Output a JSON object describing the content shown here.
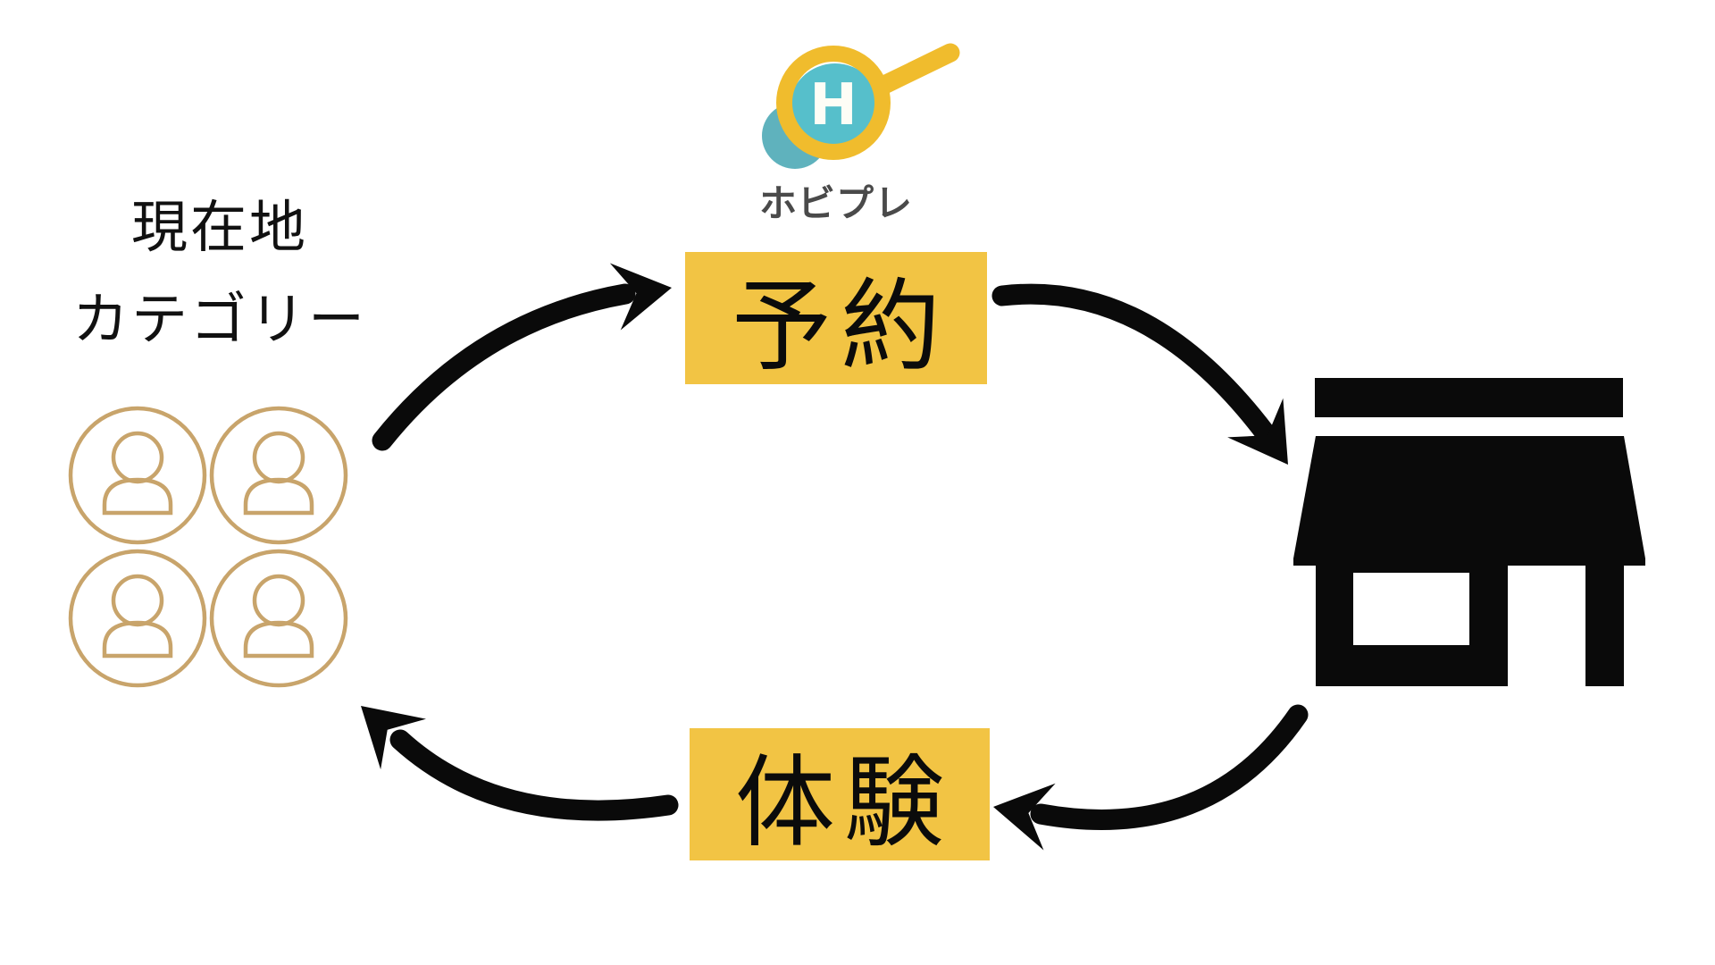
{
  "logo": {
    "brand": "ホビプレ",
    "monogram": "H",
    "icon": "magnifying-glass-with-h-icon"
  },
  "audience": {
    "line1": "現在地",
    "line2": "カテゴリー",
    "icon": "four-user-avatars-icon"
  },
  "steps": {
    "reservation": "予約",
    "experience": "体験"
  },
  "store": {
    "icon": "storefront-icon"
  },
  "arrows": {
    "users_to_reservation": "curved-arrow-up-right",
    "reservation_to_store": "curved-arrow-down-right",
    "store_to_experience": "curved-arrow-down-left",
    "experience_to_users": "curved-arrow-up-left"
  },
  "colors": {
    "accent_yellow": "#F2C444",
    "logo_yellow": "#F0BC2D",
    "logo_teal": "#56BFCB",
    "logo_teal_shadow": "#5FB2BD",
    "person_outline": "#C8A46B",
    "arrow_black": "#0A0A0A",
    "text_dark": "#4A4A4A",
    "label_black": "#111111"
  }
}
